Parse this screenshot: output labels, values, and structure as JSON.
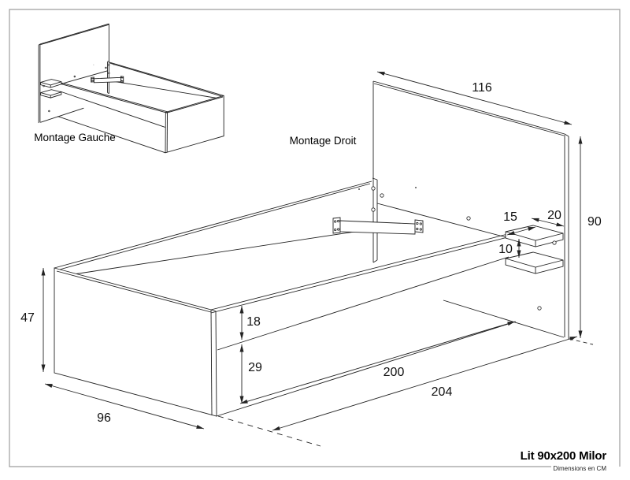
{
  "page": {
    "background": "#ffffff",
    "border_color": "#9e9e9e",
    "line_color": "#232323",
    "text_color": "#111111"
  },
  "labels": {
    "montage_gauche": "Montage Gauche",
    "montage_droit": "Montage Droit"
  },
  "title_block": {
    "title": "Lit 90x200 Milor",
    "subtitle": "Dimensions en CM"
  },
  "dimensions_cm": {
    "headboard_width": "116",
    "headboard_height": "90",
    "shelf_depth": "15",
    "shelf_width": "20",
    "shelf_gap": "10",
    "side_upper": "18",
    "side_lower": "29",
    "footboard_height": "47",
    "footboard_width": "96",
    "inner_length": "200",
    "outer_length": "204"
  }
}
